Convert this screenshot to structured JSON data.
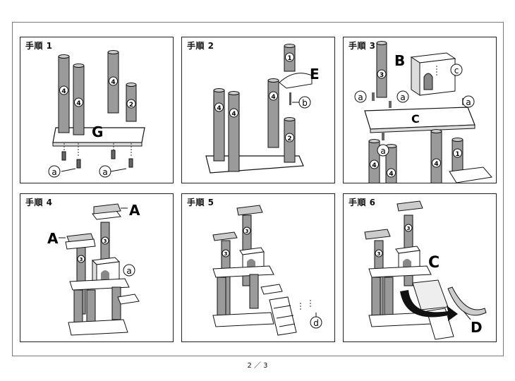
{
  "page_number": "2 ／ 3",
  "steps": [
    {
      "title": "手順 1",
      "labels": {
        "part": "G",
        "screw_a1": "a",
        "screw_a2": "a",
        "post_4a": "4",
        "post_4b": "4",
        "post_4c": "4",
        "post_2": "2"
      }
    },
    {
      "title": "手順 2",
      "labels": {
        "part": "E",
        "screw_b": "b",
        "post_1": "1",
        "post_4a": "4",
        "post_4b": "4",
        "post_4c": "4",
        "post_2": "2"
      }
    },
    {
      "title": "手順 3",
      "labels": {
        "part_b": "B",
        "part_c": "C",
        "screw_c": "c",
        "post_3": "3",
        "post_1": "1",
        "screw_a1": "a",
        "screw_a2": "a",
        "screw_a3": "a",
        "screw_a4": "a",
        "post_4a": "4",
        "post_4b": "4",
        "post_4c": "4"
      }
    },
    {
      "title": "手順 4",
      "labels": {
        "part_a1": "A",
        "part_a2": "A",
        "screw_a": "a",
        "post_3": "3",
        "post_3b": "3"
      }
    },
    {
      "title": "手順 5",
      "labels": {
        "screw_d": "d",
        "post_3": "3",
        "post_3b": "3"
      }
    },
    {
      "title": "手順 6",
      "labels": {
        "part_c": "C",
        "part_d": "D",
        "post_3": "3",
        "post_3b": "3"
      }
    }
  ]
}
